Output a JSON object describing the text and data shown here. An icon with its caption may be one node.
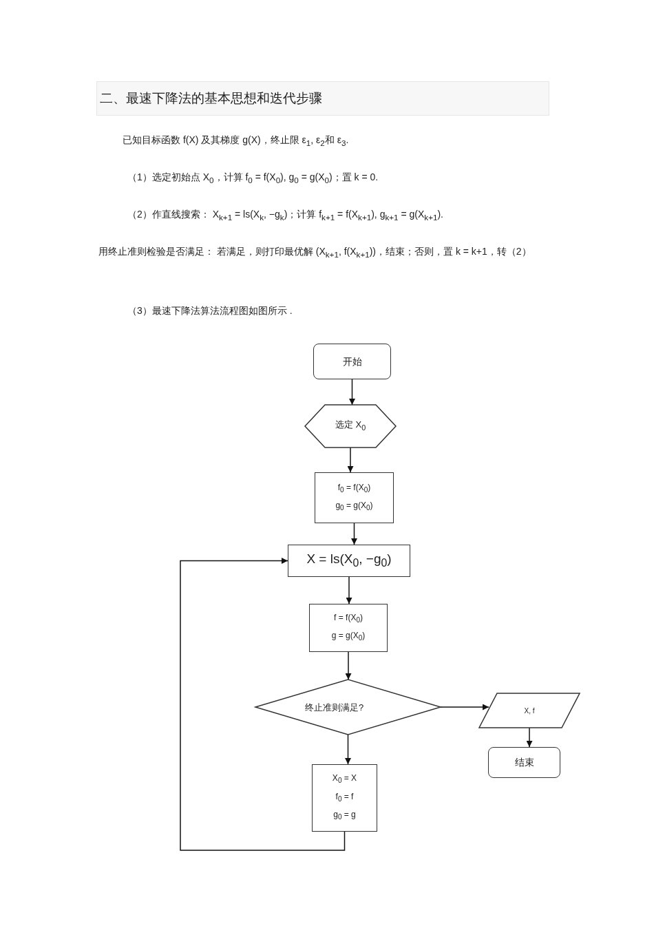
{
  "diagram": {
    "title": "二、最速下降法的基本思想和迭代步骤",
    "nodes": [
      {
        "text": [
          "开始"
        ]
      },
      {
        "text": [
          "选定 X$_{0}$"
        ]
      },
      {
        "text": [
          "f$_{0}$ = f(X$_{0}$)",
          "g$_{0}$ = g(X$_{0}$)"
        ]
      },
      {
        "text": [
          "X = ls(X$_{0}$, −g$_{0}$)"
        ]
      },
      {
        "text": [
          "f = f(X$_{0}$)",
          "g = g(X$_{0}$)"
        ]
      },
      {
        "text": [
          "终止准则满足?"
        ]
      },
      {
        "text": [
          "X, f"
        ]
      },
      {
        "text": [
          "结束"
        ]
      },
      {
        "text": [
          "X$_{0}$ = X",
          "f$_{0}$ = f",
          "g$_{0}$ = g"
        ]
      }
    ],
    "edges": [
      {
        "from": 0,
        "to": 1,
        "arrow": "to"
      },
      {
        "from": 1,
        "to": 2,
        "arrow": "to"
      },
      {
        "from": 2,
        "to": 3,
        "arrow": "to"
      },
      {
        "from": 3,
        "to": 4,
        "arrow": "to"
      },
      {
        "from": 4,
        "to": 5,
        "arrow": "to"
      },
      {
        "from": 5,
        "to": 6,
        "arrow": "to"
      },
      {
        "from": 6,
        "to": 7,
        "arrow": "to"
      },
      {
        "from": 5,
        "to": 8,
        "arrow": "to"
      },
      {
        "from": 8,
        "to": 3,
        "arrow": "to"
      }
    ],
    "labels": [
      "已知目标函数 f(X) 及其梯度 g(X)，终止限 ε$_{1}$, ε$_{2}$和 ε$_{3}$.",
      "（1）选定初始点 X$_{0}$，计算 f$_{0}$ = f(X$_{0}$), g$_{0}$ = g(X$_{0}$)；置 k = 0.",
      "（2）作直线搜索： X$_{k+1}$ = ls(X$_{k}$, −g$_{k}$)；计算 f$_{k+1}$ = f(X$_{k+1}$), g$_{k+1}$ = g(X$_{k+1}$).",
      "用终止准则检验是否满足： 若满足，则打印最优解 (X$_{k+1}$, f(X$_{k+1}$))，结束；否则，置 k = k+1，转（2）",
      "（3）最速下降法算法流程图如图所示 ."
    ]
  }
}
